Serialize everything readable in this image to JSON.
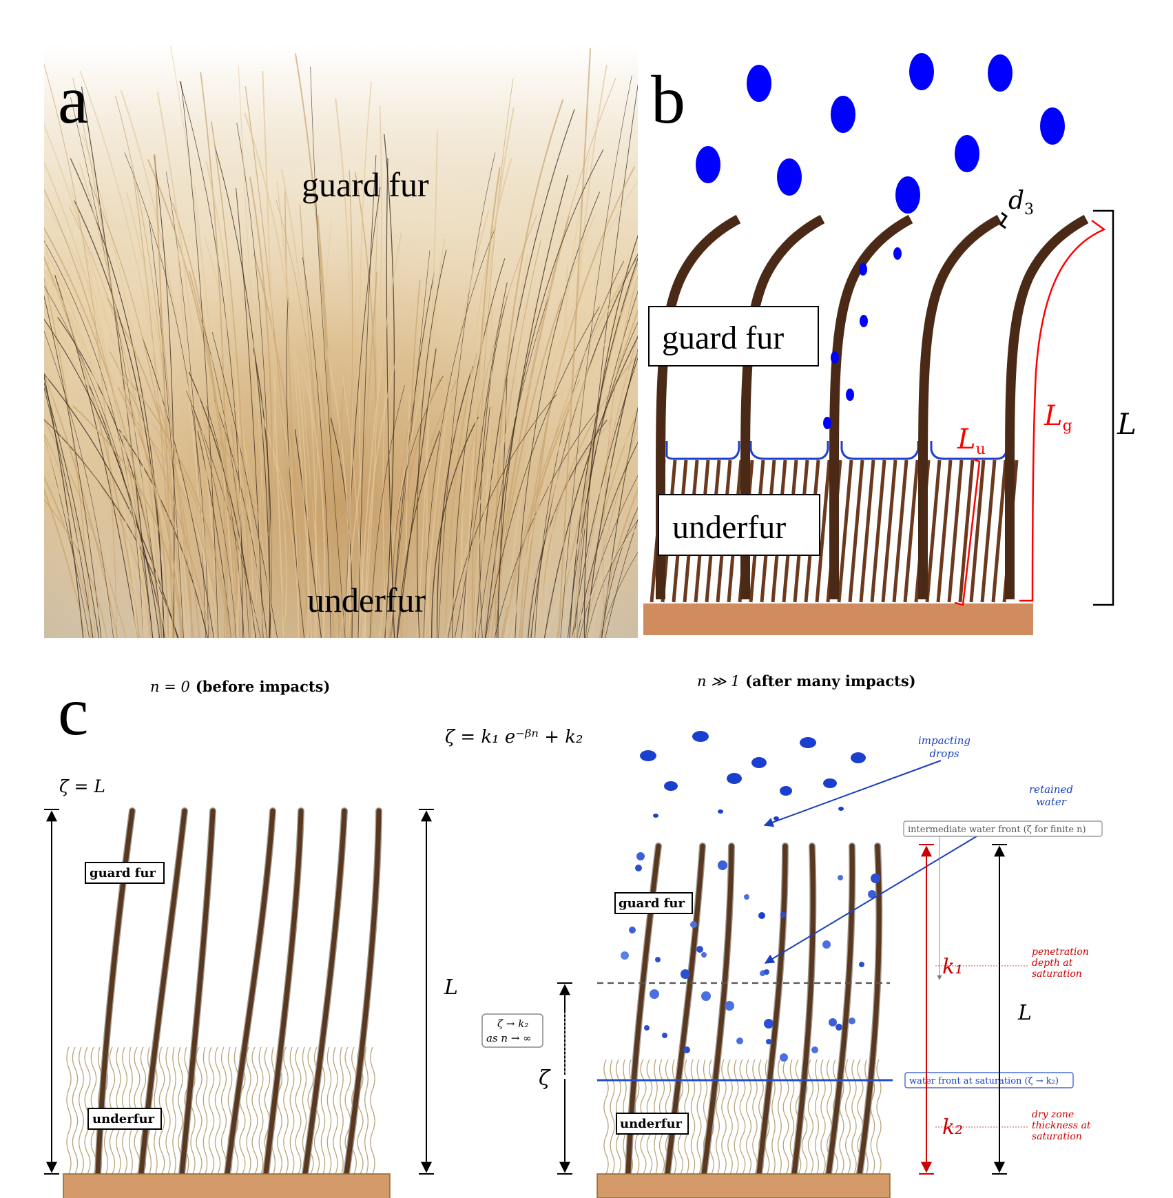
{
  "panel_a": {
    "letter": "a",
    "label_guard": "guard fur",
    "label_under": "underfur"
  },
  "panel_b": {
    "letter": "b",
    "label_guard": "guard fur",
    "label_under": "underfur",
    "d3_symbol": "d",
    "d3_sub": "3",
    "Lu_symbol": "L",
    "Lu_sub": "u",
    "Lg_symbol": "L",
    "Lg_sub": "g",
    "L_symbol": "L",
    "colors": {
      "hair": "#4a2a16",
      "drop": "#0000ff",
      "skin": "#d08c5e",
      "marker": "#ff0000",
      "water_line": "#1f3fd0"
    }
  },
  "panel_c": {
    "letter": "c",
    "header_left_math": "n = 0",
    "header_left_bold": "(before impacts)",
    "header_right_math": "n ≫ 1",
    "header_right_bold": "(after many impacts)",
    "equation": "ζ = k₁ e⁻ᵝⁿ + k₂",
    "zeta_eq_L": "ζ = L",
    "label_guard_left": "guard fur",
    "label_under_left": "underfur",
    "label_guard_right": "guard fur",
    "label_under_right": "underfur",
    "L_left": "L",
    "L_right": "L",
    "zeta": "ζ",
    "limit_box_line1": "ζ → k₂",
    "limit_box_line2": "as n → ∞",
    "impacting_drops_line1": "impacting",
    "impacting_drops_line2": "drops",
    "retained_water_line1": "retained",
    "retained_water_line2": "water",
    "intermediate_front": "intermediate water front (ζ for finite n)",
    "water_front_saturation": "water front at saturation (ζ → k₂)",
    "k1": "k₁",
    "k2": "k₂",
    "penetration_line1": "penetration",
    "penetration_line2": "depth at",
    "penetration_line3": "saturation",
    "dry_line1": "dry zone",
    "dry_line2": "thickness at",
    "dry_line3": "saturation",
    "colors": {
      "hair": "#5a3820",
      "drop": "#1a3fcf",
      "skin": "#d49a6a",
      "red": "#cc0000",
      "saturation_line": "#1f4fd0",
      "underfur": "#b8a57a"
    }
  }
}
